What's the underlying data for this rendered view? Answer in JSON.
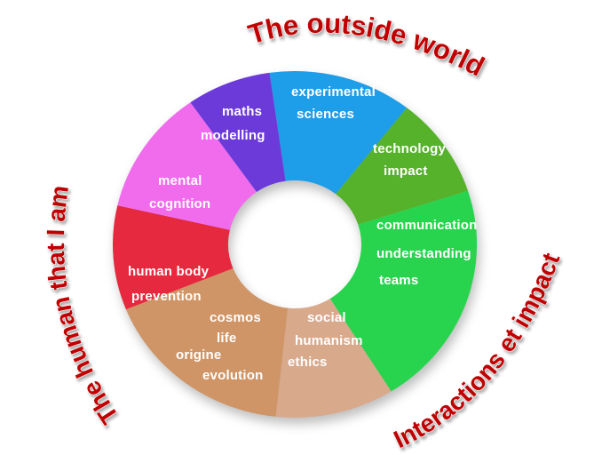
{
  "diagram": {
    "background_color": "#ffffff",
    "center_hole_color": "#ffffff",
    "label_text_color": "#ffffff",
    "outer_labels": [
      {
        "id": "outside-world",
        "text": "The outside world",
        "color": "#c00000"
      },
      {
        "id": "interactions-impact",
        "text": "Interactions et impact",
        "color": "#c00000"
      },
      {
        "id": "human-that-i-am",
        "text": "The human that I am",
        "color": "#c00000"
      }
    ],
    "segments": [
      {
        "name": "experimental-sciences",
        "color": "#1e9de9",
        "lines": [
          "experimental",
          "sciences"
        ]
      },
      {
        "name": "technology-impact",
        "color": "#55b22a",
        "lines": [
          "technology",
          "impact"
        ]
      },
      {
        "name": "communication-understanding-teams",
        "color": "#28d44e",
        "lines": [
          "communication",
          "understanding",
          "teams"
        ]
      },
      {
        "name": "social-humanism-ethics",
        "color": "#d9a98c",
        "lines": [
          "social",
          "humanism",
          "ethics"
        ]
      },
      {
        "name": "cosmos-life-origine-evolution",
        "color": "#cf9566",
        "lines": [
          "cosmos",
          "life",
          "origine",
          "evolution"
        ]
      },
      {
        "name": "human-body-prevention",
        "color": "#e6293e",
        "lines": [
          "human body",
          "prevention"
        ]
      },
      {
        "name": "mental-cognition",
        "color": "#f06cec",
        "lines": [
          "mental",
          "cognition"
        ]
      },
      {
        "name": "maths-modelling",
        "color": "#6b3ad9",
        "lines": [
          "maths",
          "modelling"
        ]
      }
    ]
  }
}
